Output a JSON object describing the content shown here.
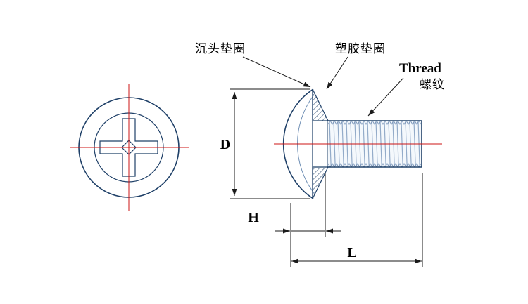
{
  "labels": {
    "countersunk_washer": "沉头垫圈",
    "plastic_washer": "塑胶垫圈",
    "thread_en": "Thread",
    "thread_cn": "螺纹"
  },
  "dimensions": {
    "head_diameter_label": "D",
    "head_height_label": "H",
    "total_length_label": "L"
  },
  "colors": {
    "outline": "#1f4068",
    "outline_light": "#6f8fb5",
    "thread_line": "#93abc9",
    "thread_fill": "#f4f8fc",
    "centerline": "#cc1414",
    "dimension_line": "#1a1a1a",
    "label_text": "#000000",
    "background": "#ffffff"
  }
}
